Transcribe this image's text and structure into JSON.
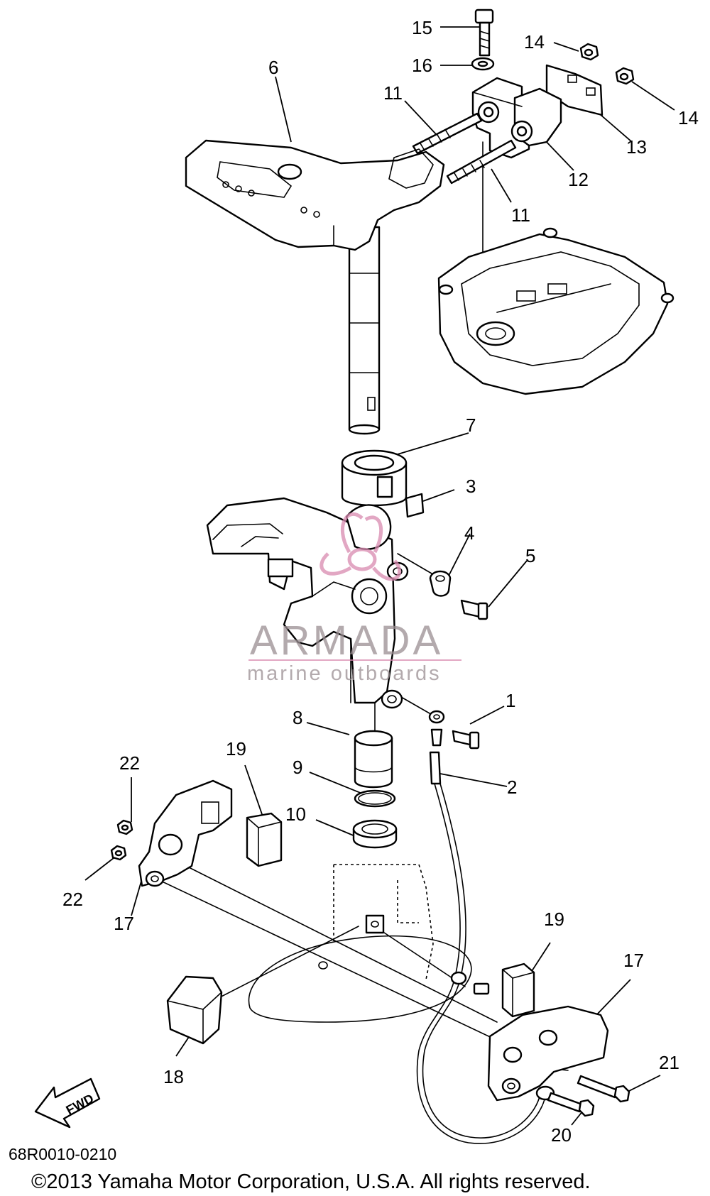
{
  "diagram": {
    "callouts": {
      "p1": "1",
      "p2": "2",
      "p3": "3",
      "p4": "4",
      "p5": "5",
      "p6": "6",
      "p7": "7",
      "p8": "8",
      "p9": "9",
      "p10": "10",
      "p11a": "11",
      "p11b": "11",
      "p12": "12",
      "p13": "13",
      "p14a": "14",
      "p14b": "14",
      "p15": "15",
      "p16": "16",
      "p17a": "17",
      "p17b": "17",
      "p18": "18",
      "p19a": "19",
      "p19b": "19",
      "p20": "20",
      "p21": "21",
      "p22a": "22",
      "p22b": "22"
    },
    "fwd_label": "FWD",
    "diagram_code": "68R0010-0210",
    "copyright": "©2013 Yamaha Motor Corporation, U.S.A. All rights reserved."
  },
  "watermark": {
    "brand": "ARMADA",
    "tagline": "marine outboards",
    "color": "#d98ab0"
  }
}
